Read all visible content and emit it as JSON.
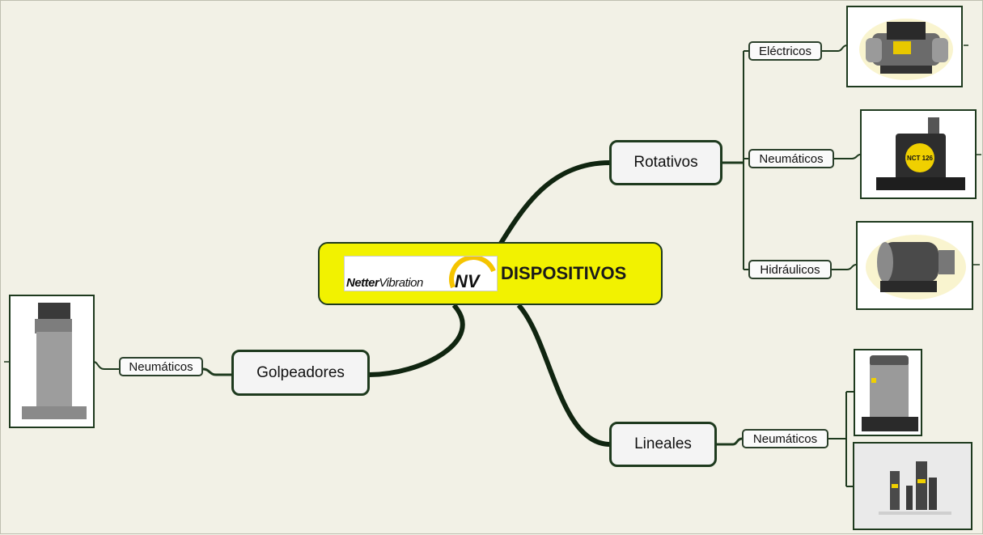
{
  "center": {
    "logo_text_bold": "Netter",
    "logo_text": "Vibration",
    "logo_mark": "NV",
    "title": "DISPOSITIVOS"
  },
  "branches": {
    "rotativos": "Rotativos",
    "golpeadores": "Golpeadores",
    "lineales": "Lineales"
  },
  "leaves": {
    "rot_electricos": "Eléctricos",
    "rot_neumaticos": "Neumáticos",
    "rot_hidraulicos": "Hidráulicos",
    "golp_neumaticos": "Neumáticos",
    "lin_neumaticos": "Neumáticos"
  },
  "image_labels": {
    "nct": "NCT 126"
  },
  "colors": {
    "background": "#f2f1e6",
    "center_fill": "#f2f200",
    "connector": "#1e3a1e",
    "logo_yellow": "#f5c400"
  }
}
